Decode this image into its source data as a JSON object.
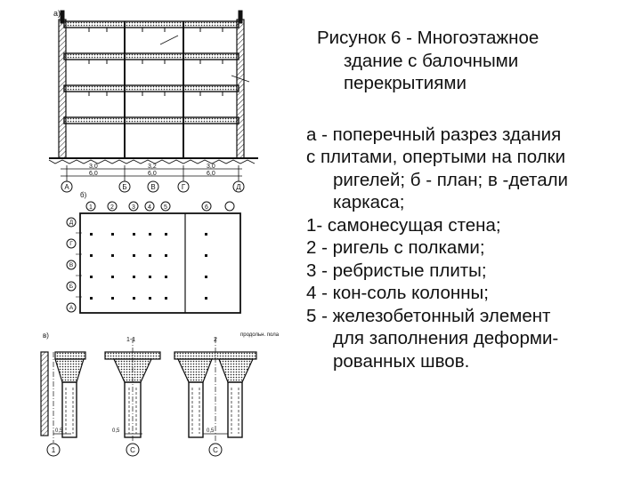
{
  "caption": {
    "title_lines": [
      "Рисунок 6 - Многоэтажное",
      "здание с балочными",
      "перекрытиями"
    ],
    "legend": [
      {
        "lines": [
          "а - поперечный разрез здания",
          "с плитами, опертыми на полки",
          "ригелей; б - план; в -детали",
          "каркаса;"
        ]
      },
      {
        "lines": [
          "1- самонесущая стена;"
        ]
      },
      {
        "lines": [
          "2 - ригель с полками;"
        ]
      },
      {
        "lines": [
          "3 - ребристые плиты;"
        ]
      },
      {
        "lines": [
          "4 - кон-соль колонны;"
        ]
      },
      {
        "lines": [
          "5 - железобетонный элемент",
          "для заполнения деформи-",
          "рованных швов."
        ]
      }
    ]
  },
  "drawing": {
    "section_letters": [
      "а)",
      "б)",
      "в)"
    ],
    "section_axes": [
      "А",
      "Б",
      "В",
      "Г",
      "Д"
    ],
    "section_dims_top": [
      "3,0",
      "3,2",
      "3,0"
    ],
    "section_dims_bottom": [
      "6,0",
      "6,0",
      "6,0"
    ],
    "plan_axes_numbers": [
      "1",
      "2",
      "3",
      "4",
      "5",
      "6"
    ],
    "plan_axes_letters": [
      "Д",
      "Г",
      "В",
      "Б",
      "А"
    ],
    "detail_cuts": [
      "1-1",
      "2",
      "продольн. пола"
    ],
    "detail_axes": [
      "1",
      "С",
      "С"
    ],
    "detail_dims": [
      "0,5",
      "0,5",
      "0,5"
    ]
  }
}
